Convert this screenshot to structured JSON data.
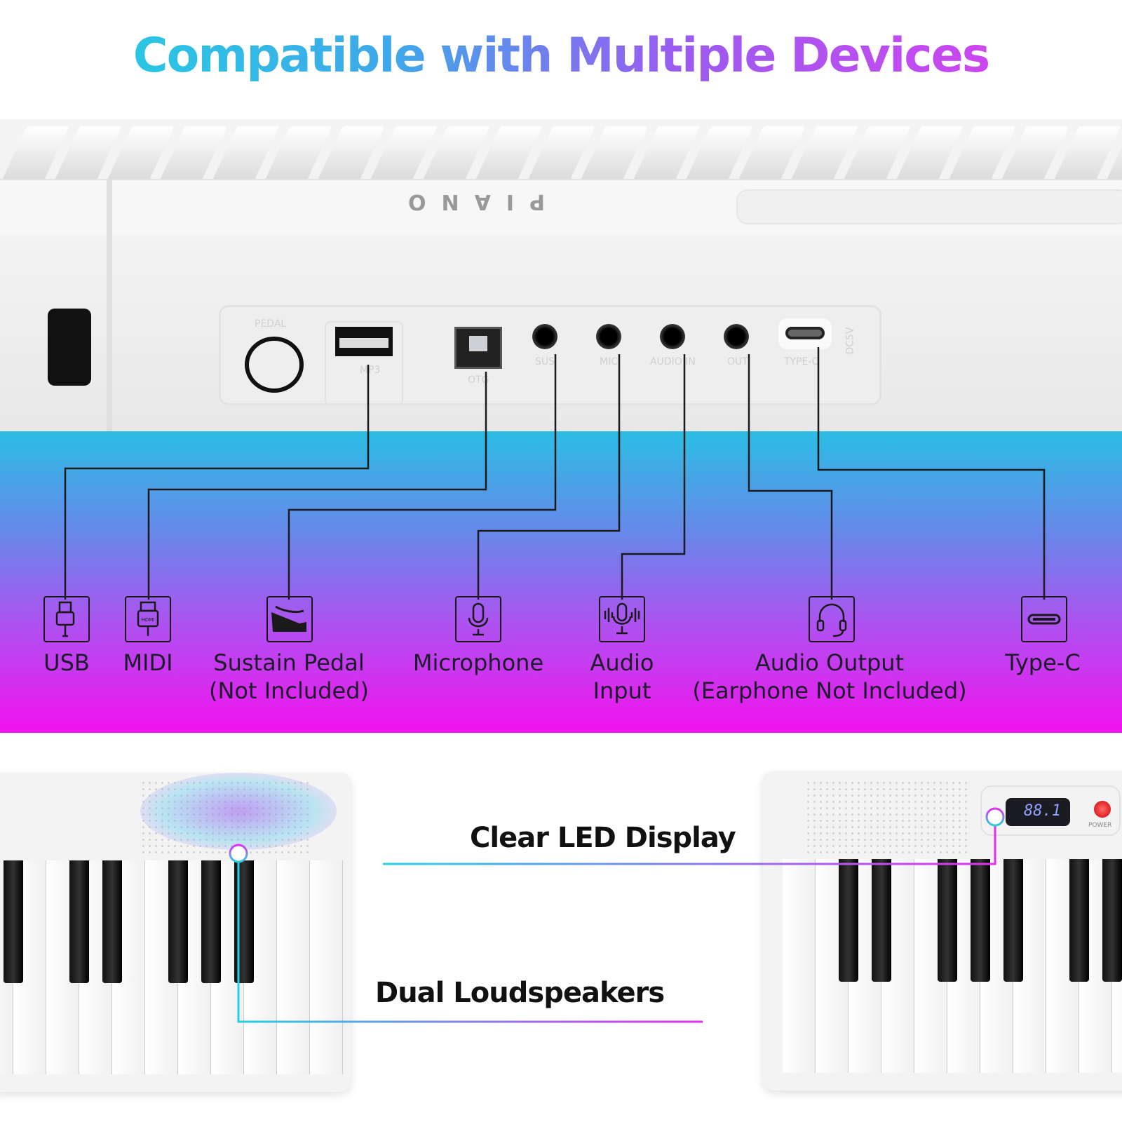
{
  "title": "Compatible with Multiple Devices",
  "colors": {
    "title_gradient": [
      "#1fd6df",
      "#e13df0"
    ],
    "band_top": "#2bbde4",
    "band_bottom": "#f212ee",
    "line": "#1a1a1a"
  },
  "panel": {
    "brand": "PIANO",
    "port_labels": [
      "PEDAL",
      "MP3",
      "OTG",
      "SUS",
      "MIC",
      "AUDIO IN",
      "OUT",
      "TYPE-C",
      "DC5V"
    ]
  },
  "ports": [
    {
      "icon": "usb-icon",
      "label": "USB",
      "sub": ""
    },
    {
      "icon": "hdmi-midi-icon",
      "label": "MIDI",
      "sub": ""
    },
    {
      "icon": "sustain-pedal-icon",
      "label": "Sustain Pedal",
      "sub": "(Not Included)"
    },
    {
      "icon": "microphone-icon",
      "label": "Microphone",
      "sub": ""
    },
    {
      "icon": "audio-input-icon",
      "label": "Audio",
      "sub": "Input"
    },
    {
      "icon": "headphones-icon",
      "label": "Audio Output",
      "sub": "(Earphone Not Included)"
    },
    {
      "icon": "type-c-icon",
      "label": "Type-C",
      "sub": ""
    }
  ],
  "callouts": {
    "led": "Clear LED Display",
    "speakers": "Dual Loudspeakers"
  },
  "display": {
    "value": "88.1",
    "power_label": "POWER"
  }
}
